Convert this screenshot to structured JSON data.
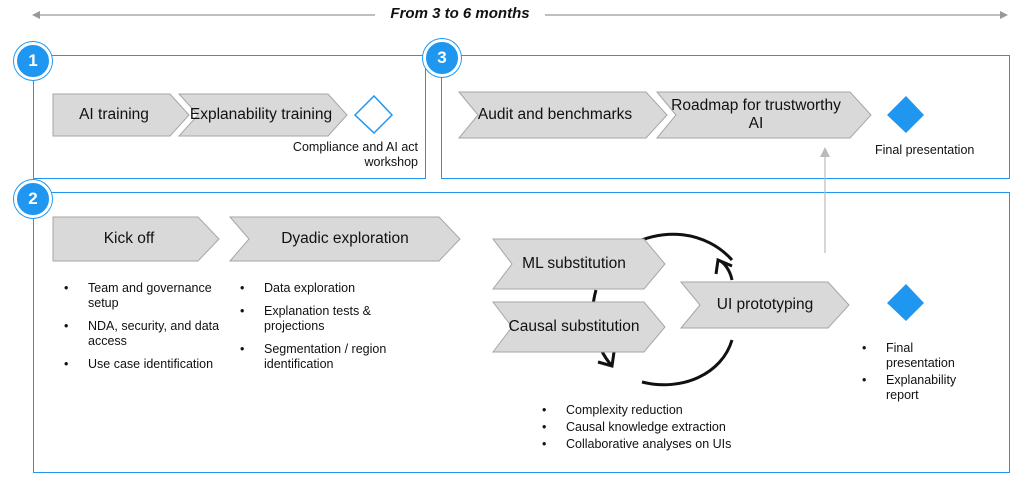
{
  "timeline": {
    "label": "From 3 to 6 months"
  },
  "phase1": {
    "badge": "1",
    "steps": [
      "AI training",
      "Explanability training"
    ],
    "milestone_label": "Compliance and AI act workshop"
  },
  "phase3": {
    "badge": "3",
    "steps": [
      "Audit and benchmarks",
      "Roadmap for trustworthy AI"
    ],
    "milestone_label": "Final presentation"
  },
  "phase2": {
    "badge": "2",
    "kickoff": {
      "label": "Kick off",
      "bullets": [
        "Team and governance setup",
        "NDA, security, and data access",
        "Use case identification"
      ]
    },
    "dyadic": {
      "label": "Dyadic exploration",
      "bullets": [
        "Data exploration",
        "Explanation tests & projections",
        "Segmentation / region identification"
      ]
    },
    "cycle": {
      "ml": "ML substitution",
      "causal": "Causal substitution",
      "ui": "UI prototyping",
      "bullets": [
        "Complexity reduction",
        "Causal knowledge extraction",
        "Collaborative analyses on UIs"
      ]
    },
    "deliverables": {
      "bullets": [
        "Final presentation",
        "Explanability report"
      ]
    }
  },
  "colors": {
    "accent": "#1f97f0",
    "chevron_fill": "#d9d9d9",
    "chevron_stroke": "#a6a6a6"
  }
}
